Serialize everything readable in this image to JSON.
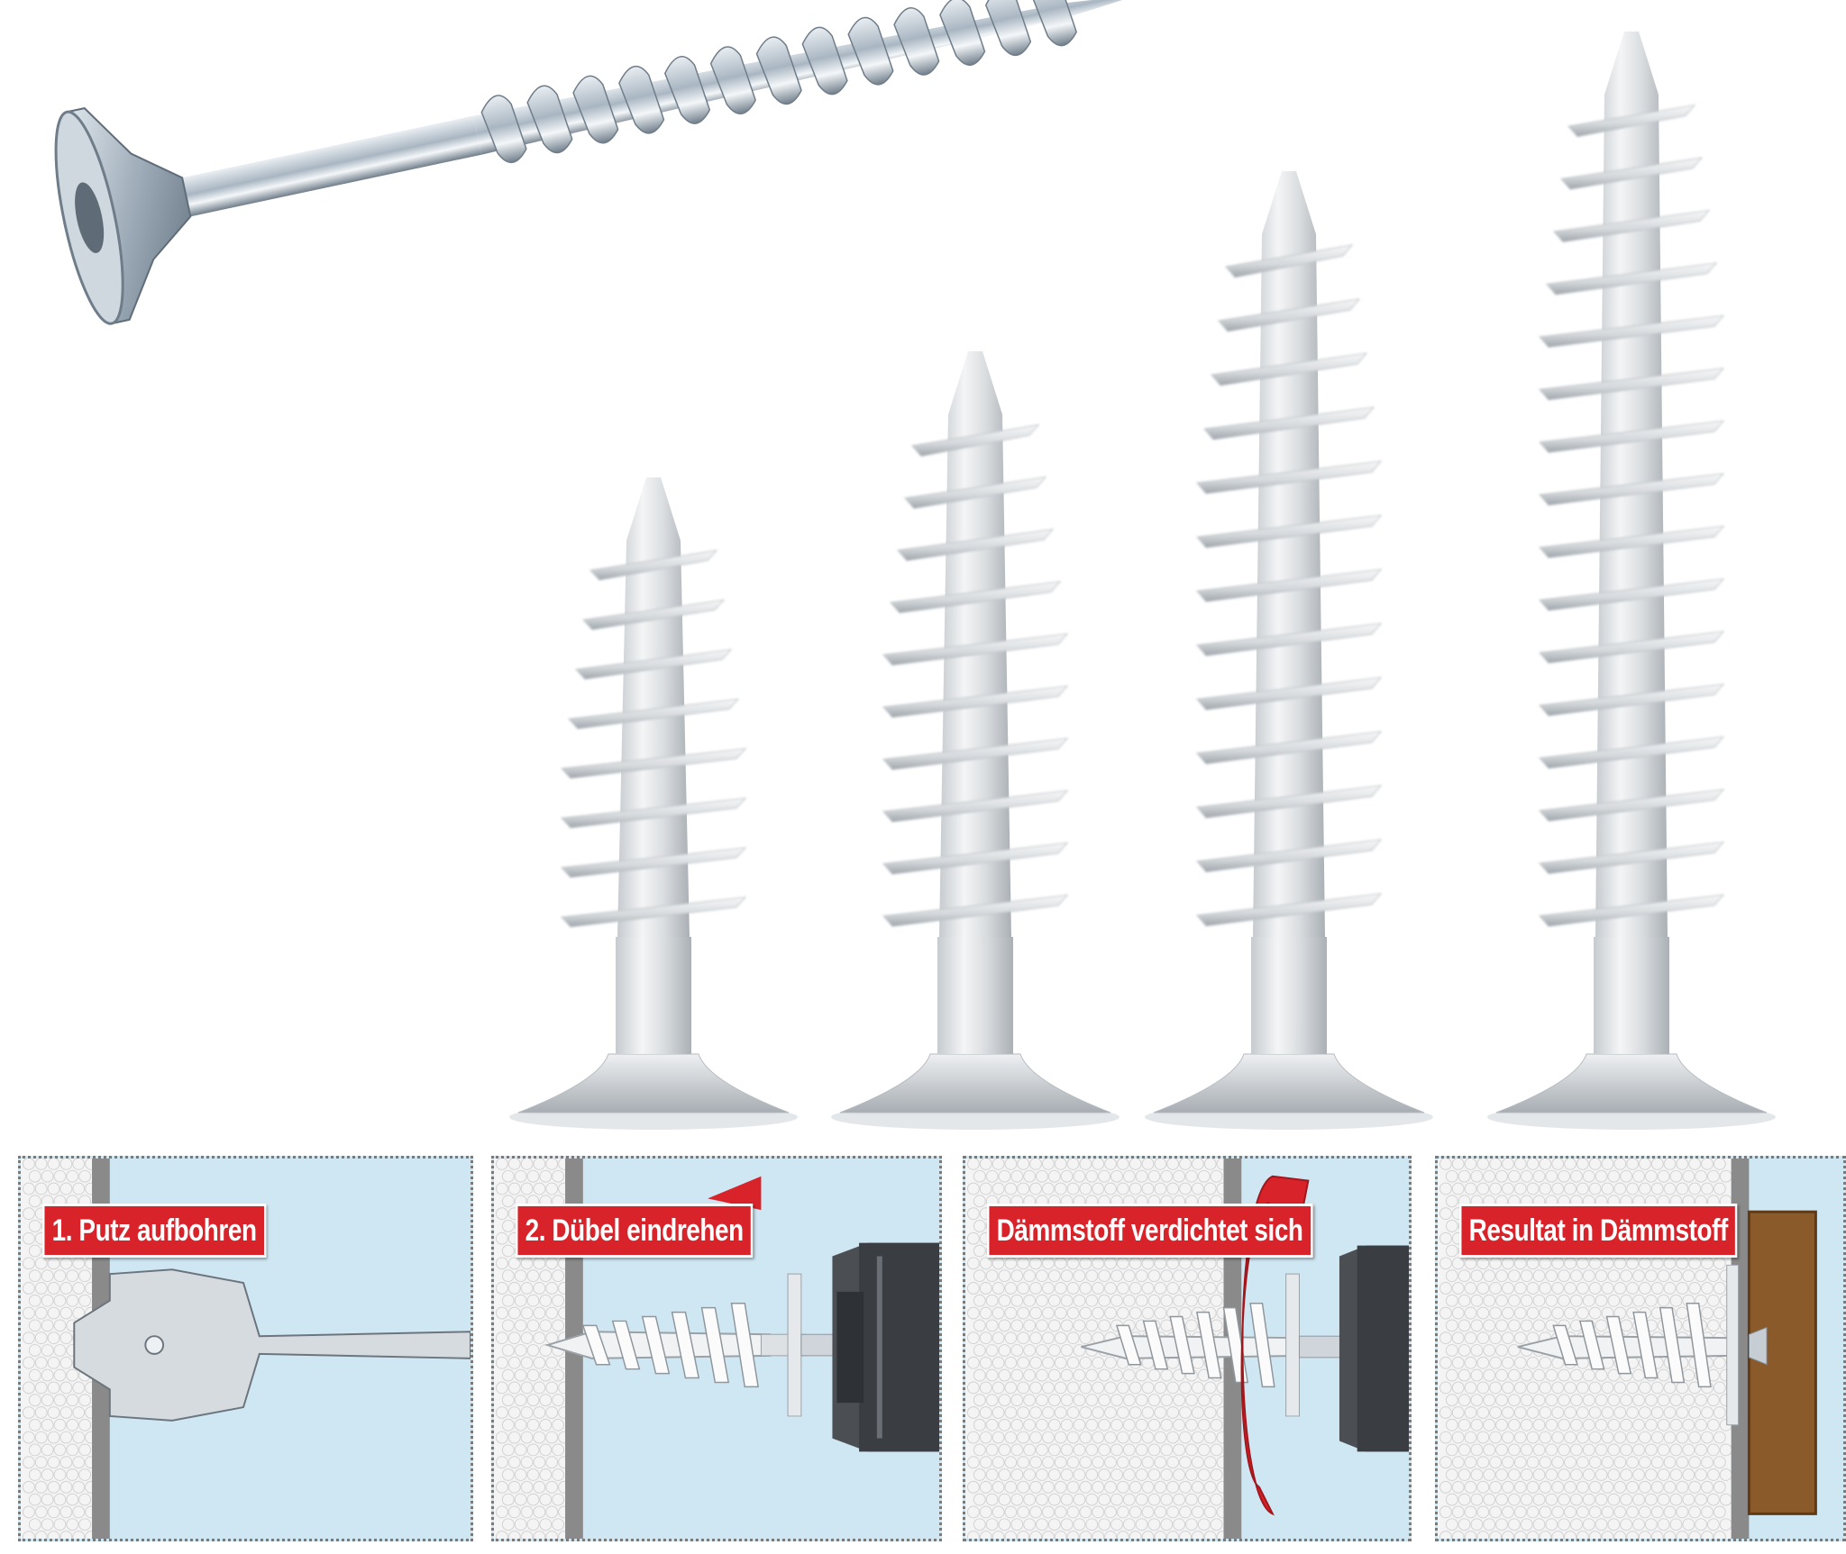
{
  "steps": [
    {
      "label": "1. Putz aufbohren"
    },
    {
      "label": "2. Dübel eindrehen"
    },
    {
      "label": "Dämmstoff verdichtet sich"
    },
    {
      "label": "Resultat in Dämmstoff"
    }
  ],
  "colors": {
    "label_red": "#d8232a",
    "sky_blue": "#cfe7f3",
    "foam_white": "#f3f3f3",
    "plaster_gray": "#8a8a8a",
    "wood_brown": "#8b5a2b",
    "steel": "#b9c3cc"
  },
  "icons": [
    "wood-screw-icon",
    "insulation-dowel-icon",
    "spade-drill-bit-icon",
    "drill-chuck-icon",
    "rotation-arrow-icon",
    "push-arrow-icon"
  ]
}
